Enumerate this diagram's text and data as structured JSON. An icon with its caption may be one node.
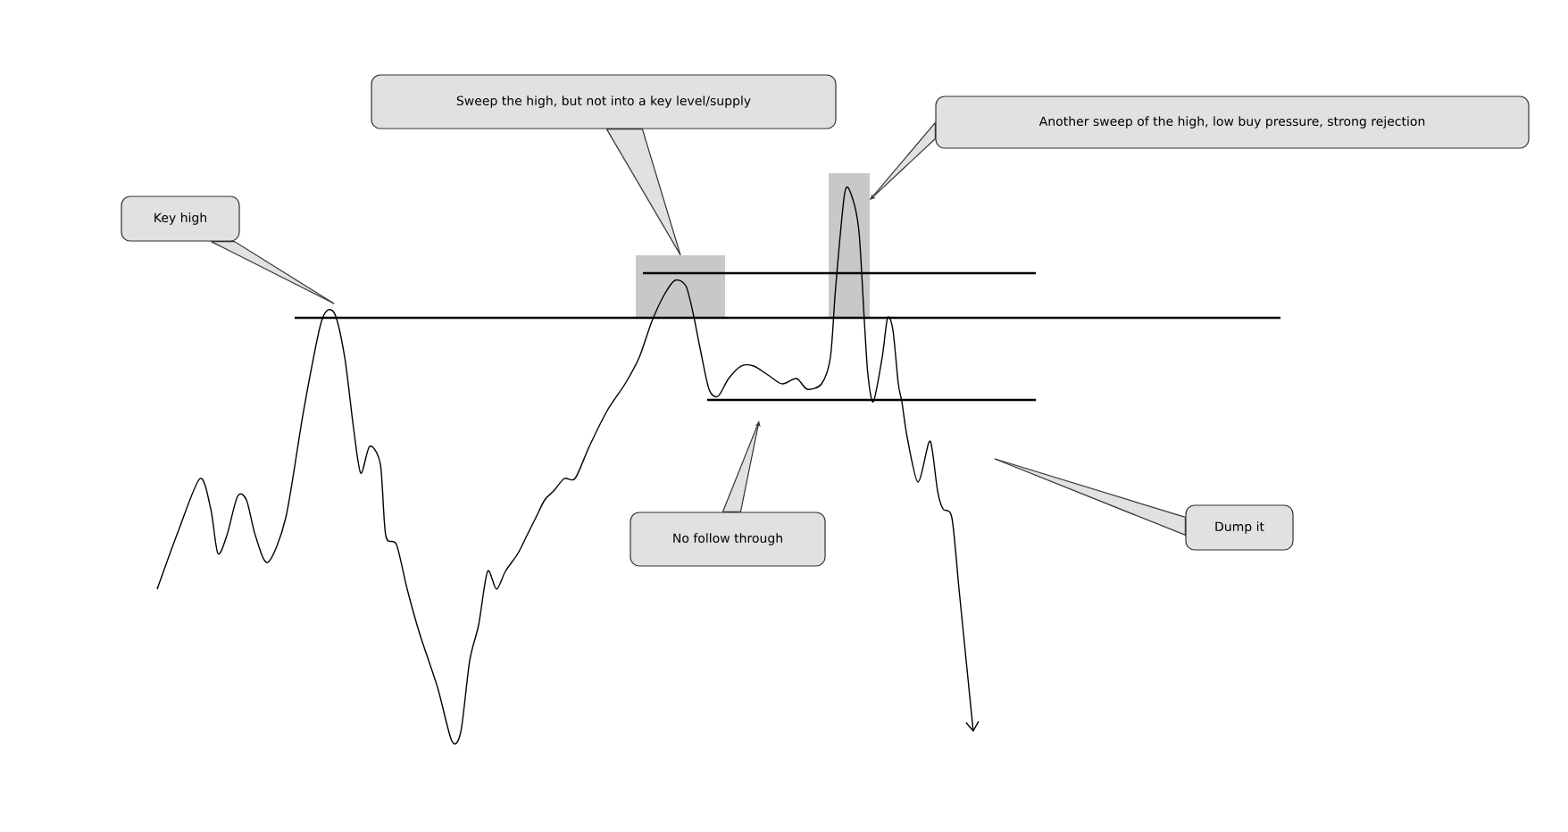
{
  "diagram": {
    "nodes": [
      {
        "text": [
          "Key high"
        ]
      },
      {
        "text": [
          "Sweep the high, but not into a key level/supply"
        ]
      },
      {
        "text": [
          "Another sweep of the high, low buy pressure, strong rejection"
        ]
      },
      {
        "text": [
          "No follow through"
        ]
      },
      {
        "text": [
          "Dump it"
        ]
      },
      {
        "text": [],
        "shape": "box"
      },
      {
        "text": [],
        "shape": "box"
      }
    ],
    "edges": [
      {
        "from": 0,
        "to": null,
        "arrow": "none"
      },
      {
        "from": 1,
        "to": 5,
        "arrow": "none"
      },
      {
        "from": 2,
        "to": 6,
        "arrow": "to"
      },
      {
        "from": 3,
        "to": null,
        "arrow": "to"
      },
      {
        "from": 4,
        "to": null,
        "arrow": "none"
      }
    ]
  }
}
